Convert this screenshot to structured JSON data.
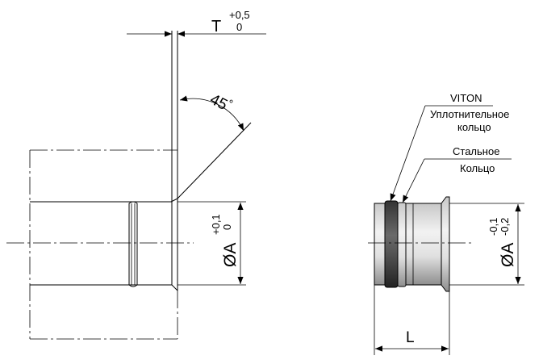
{
  "left_view": {
    "thickness_symbol": "T",
    "thickness_tol_upper": "+0,5",
    "thickness_tol_lower": "0",
    "angle_value": "45",
    "angle_unit": "°",
    "diameter_label": "ØA",
    "diameter_tol_upper": "+0,1",
    "diameter_tol_lower": "0"
  },
  "right_view": {
    "viton_label": "VITON",
    "seal_ring_line1": "Уплотнительное",
    "seal_ring_line2": "кольцо",
    "steel_ring_line1": "Стальное",
    "steel_ring_line2": "Кольцо",
    "diameter_label": "ØA",
    "diameter_tol_upper": "-0,1",
    "diameter_tol_lower": "-0,2",
    "length_label": "L"
  }
}
